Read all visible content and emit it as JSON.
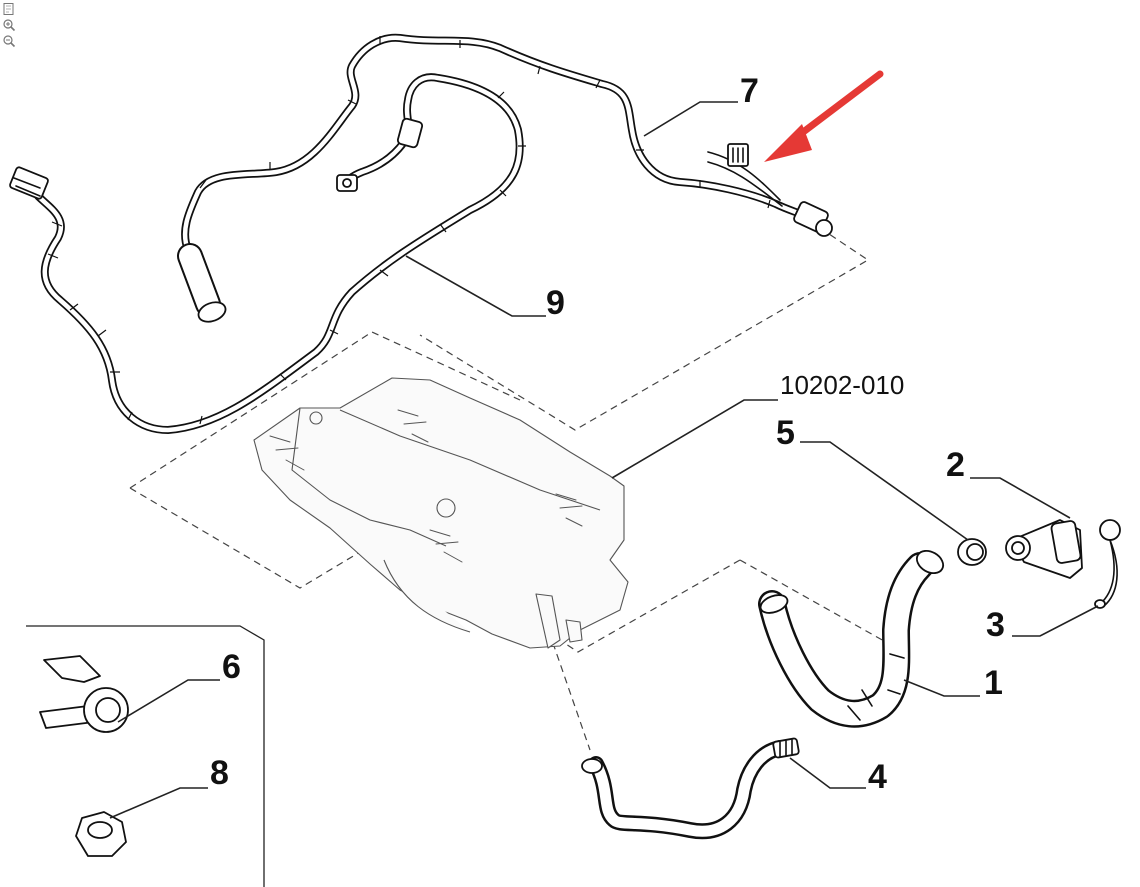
{
  "toolbar": {
    "tools": [
      {
        "id": "fit",
        "icon": "fit-page-icon"
      },
      {
        "id": "zoom_in",
        "icon": "zoom-in-icon"
      },
      {
        "id": "zoom_out",
        "icon": "zoom-out-icon"
      }
    ]
  },
  "callouts": {
    "c1": "1",
    "c2": "2",
    "c3": "3",
    "c4": "4",
    "c5": "5",
    "c6": "6",
    "c7": "7",
    "c8": "8",
    "c9": "9",
    "ref": "10202-010"
  },
  "highlight": {
    "arrow_color": "#e53935",
    "points_to": "c7"
  },
  "colors": {
    "line": "#111111",
    "background": "#ffffff",
    "ghost": "#666666"
  }
}
